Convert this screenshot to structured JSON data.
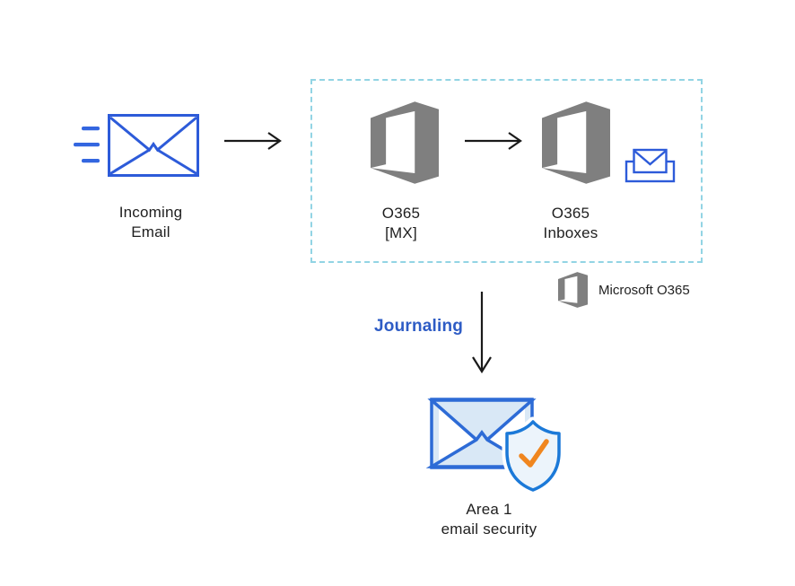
{
  "nodes": {
    "incoming_email": {
      "line1": "Incoming",
      "line2": "Email"
    },
    "o365_mx": {
      "line1": "O365",
      "line2": "[MX]"
    },
    "o365_inboxes": {
      "line1": "O365",
      "line2": "Inboxes"
    },
    "area1": {
      "line1": "Area 1",
      "line2": "email security"
    }
  },
  "legend": {
    "label": "Microsoft O365"
  },
  "flow": {
    "journaling_label": "Journaling"
  },
  "icons": {
    "incoming": "envelope-with-speed-lines",
    "o365": "office-365-logo",
    "inboxes_badge": "inbox-with-envelope",
    "area1": "envelope-with-shield-check"
  },
  "colors": {
    "envelope_blue": "#2d5bd9",
    "office_gray": "#7f7f7f",
    "boundary_dash": "#92d4e4",
    "journaling_blue": "#2e5cc5",
    "area1_fill_light": "#d9e8f6",
    "shield_blue": "#1b79d8",
    "check_orange": "#f0861f",
    "arrow_black": "#1a1a1a",
    "text_dark": "#1f1f1f"
  }
}
